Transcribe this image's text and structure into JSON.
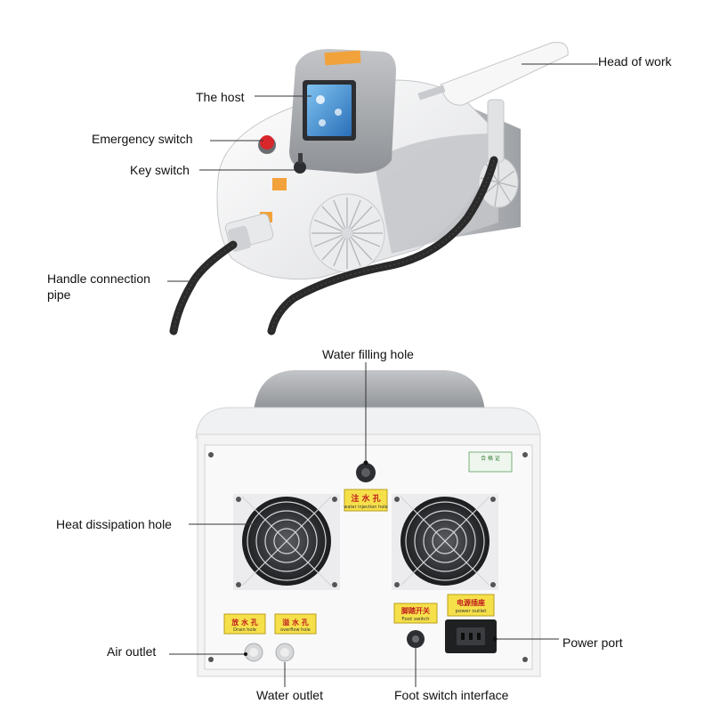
{
  "labels": {
    "head_of_work": "Head of work",
    "the_host": "The host",
    "emergency_switch": "Emergency switch",
    "key_switch": "Key switch",
    "handle_connection_pipe_line1": "Handle connection",
    "handle_connection_pipe_line2": "pipe",
    "water_filling_hole": "Water filling hole",
    "heat_dissipation_hole": "Heat dissipation hole",
    "air_outlet": "Air outlet",
    "water_outlet": "Water outlet",
    "foot_switch_interface": "Foot switch interface",
    "power_port": "Power port"
  },
  "stickers": {
    "water_injection_cn": "注 水 孔",
    "water_injection_en": "water injection hole",
    "drain_cn": "放 水 孔",
    "drain_en": "Drain hole",
    "overflow_cn": "溢 水 孔",
    "overflow_en": "overflow hole",
    "foot_switch_cn": "脚踏开关",
    "foot_switch_en": "Foot switch",
    "power_outlet_cn": "电源插座",
    "power_outlet_en": "power outlet",
    "certificate_cn": "合 格 证"
  },
  "colors": {
    "machine_white": "#f3f3f4",
    "machine_grey": "#b9bbbf",
    "panel_dark": "#8f9296",
    "accent_red": "#d8262b",
    "sticker_yellow": "#f6e04a",
    "sticker_orange": "#f2a23a",
    "cable_black": "#2a2a2a",
    "screen_blue": "#3b8fd6"
  }
}
